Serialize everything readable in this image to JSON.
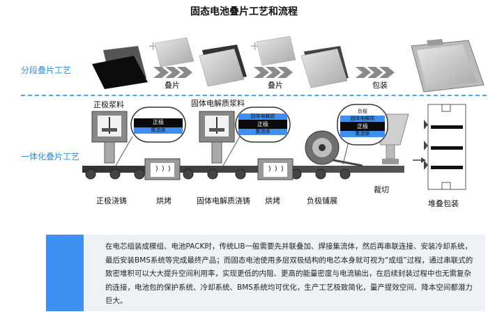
{
  "title": "固态电池叠片工艺和流程",
  "rows": {
    "segmented": "分段叠片工艺",
    "integrated": "一体化叠片工艺"
  },
  "segmented_captions": {
    "stack1": "叠片",
    "stack2": "叠片",
    "pack": "包装"
  },
  "integrated_captions": {
    "cathode_slurry": "正极浆料",
    "electrolyte_slurry": "固体电解质浆料",
    "cathode_casting": "正极浇铸",
    "bake1": "烘烤",
    "electrolyte_casting": "固体电解质浇铸",
    "bake2": "烘烤",
    "anode_spread": "负极铺展",
    "cutting": "裁切",
    "stack_pack": "堆叠包装"
  },
  "callouts": {
    "c1": [
      "正极",
      "集流体"
    ],
    "c2": [
      "固体电解质",
      "正极",
      "集流体"
    ],
    "c3": [
      "负极",
      "固体电解质",
      "正极",
      "集流体"
    ]
  },
  "description": "在电芯组装成模组、电池PACK时，传统LIB一般需要先并联叠加、焊接集流体，然后再串联连接、安装冷却系统，最后安装BMS系统等完成最终产品；而固态电池使用多层双极结构的电芯本身就可视为“成组”过程，通过串联式的致密堆积可以大大提升空间利用率，实现更低的内阻、更高的能量密度与电流输出，在后续封装过程中也无需复杂的连接，电池包的保护系统、冷却系统、BMS系统均可优化，生产工艺极致简化，量产提效空间、降本空间都潜力巨大。",
  "colors": {
    "accent": "#2f8fd8",
    "box_bar": "#3d8ff0",
    "box_bg": "#eef1f6"
  }
}
